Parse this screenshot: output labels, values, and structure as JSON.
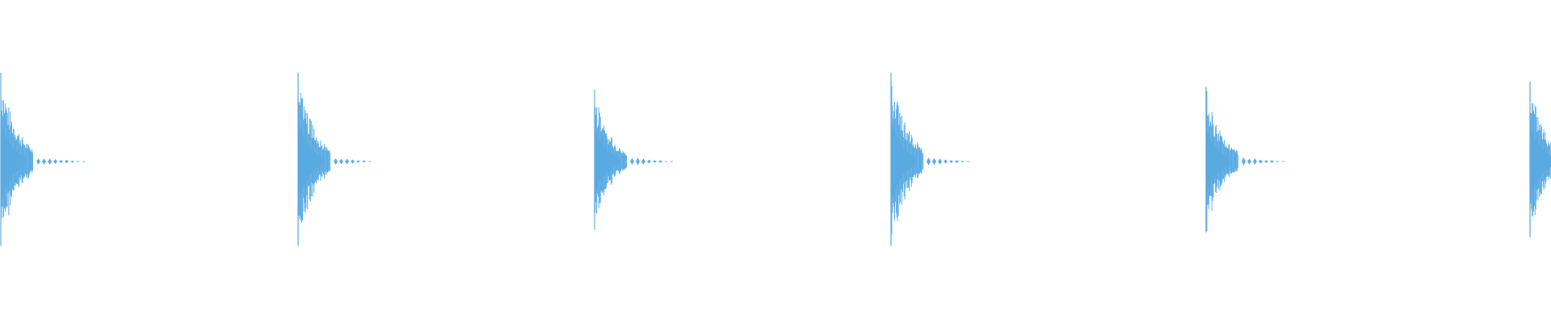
{
  "waveform": {
    "color": "#5aaae2",
    "background": "#ffffff",
    "transients": [
      {
        "peak": 1.0,
        "decay": 0.52,
        "onset_cut": true
      },
      {
        "peak": 1.0,
        "decay": 0.52,
        "onset_cut": false
      },
      {
        "peak": 0.81,
        "decay": 0.48,
        "onset_cut": false
      },
      {
        "peak": 1.0,
        "decay": 0.52,
        "onset_cut": false
      },
      {
        "peak": 0.84,
        "decay": 0.5,
        "onset_cut": false
      },
      {
        "peak": 0.9,
        "decay": 0.5,
        "onset_cut": false
      }
    ]
  }
}
